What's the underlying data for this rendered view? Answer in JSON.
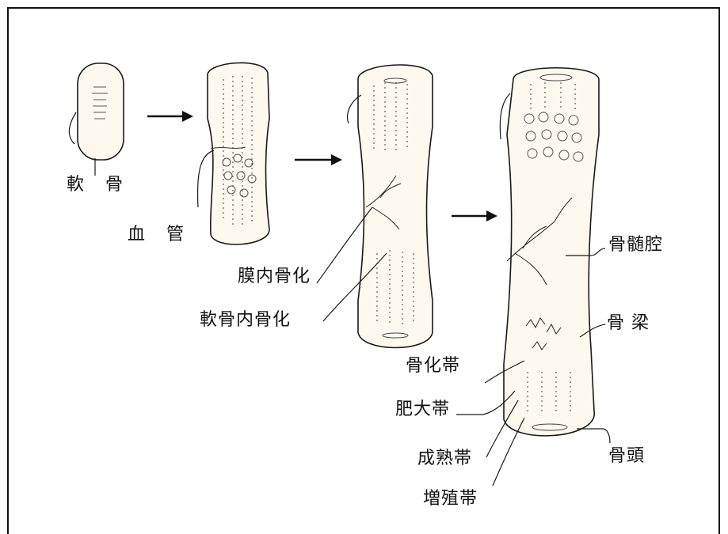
{
  "labels": {
    "cartilage": "軟 骨",
    "blood_vessel": "血 管",
    "membranous_ossification": "膜内骨化",
    "endochondral_ossification": "軟骨内骨化",
    "marrow_cavity": "骨髄腔",
    "trabecula_1": "骨",
    "trabecula_2": "梁",
    "ossification_zone": "骨化帯",
    "hypertrophic_zone": "肥大帯",
    "maturation_zone": "成熟帯",
    "proliferation_zone": "増殖帯",
    "epiphysis": "骨頭"
  },
  "colors": {
    "ink": "#1a1a1a",
    "background": "#ffffff",
    "bone_fill": "#fdf9ee"
  }
}
